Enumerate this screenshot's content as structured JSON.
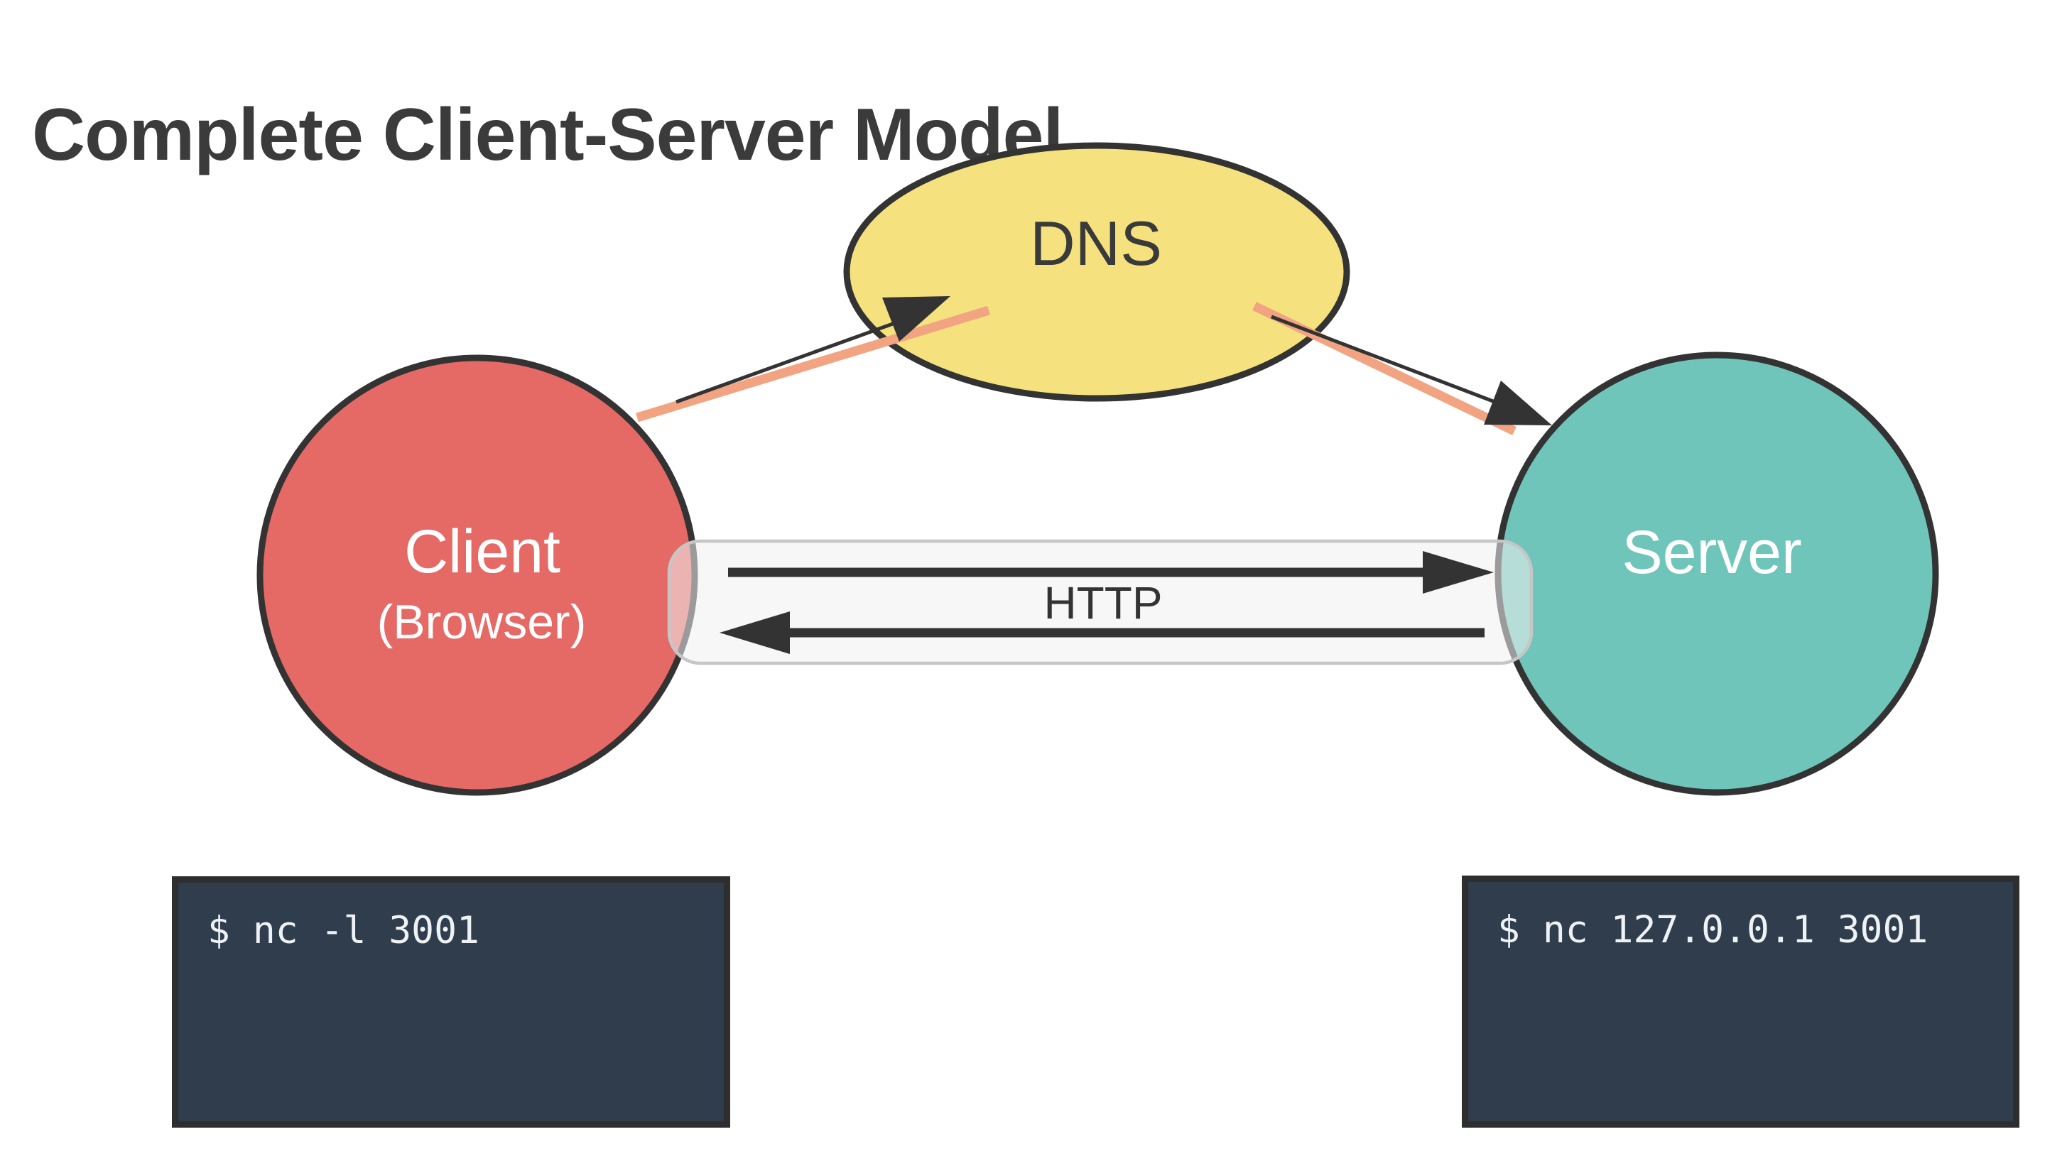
{
  "title": "Complete Client-Server Model",
  "nodes": {
    "dns": {
      "label": "DNS"
    },
    "client": {
      "label": "Client",
      "sublabel": "(Browser)"
    },
    "server": {
      "label": "Server"
    }
  },
  "connection": {
    "http_label": "HTTP"
  },
  "terminals": {
    "left": {
      "command": "$ nc -l 3001"
    },
    "right": {
      "command": "$ nc 127.0.0.1 3001"
    }
  },
  "colors": {
    "ink": "#333333",
    "title-text": "#3b3b3b",
    "client-fill": "#e56a66",
    "server-fill": "#6fc5ba",
    "dns-fill": "#f5e27e",
    "dns-text": "#3a3a3a",
    "node-text": "#ffffff",
    "salmon-line": "#f2a482",
    "http-box-fill": "#f0f0f0",
    "http-box-border": "#c6c6c6",
    "terminal-frame": "#2e2e2e",
    "terminal-bg": "#2f3d4d",
    "terminal-text": "#eef2f4"
  }
}
